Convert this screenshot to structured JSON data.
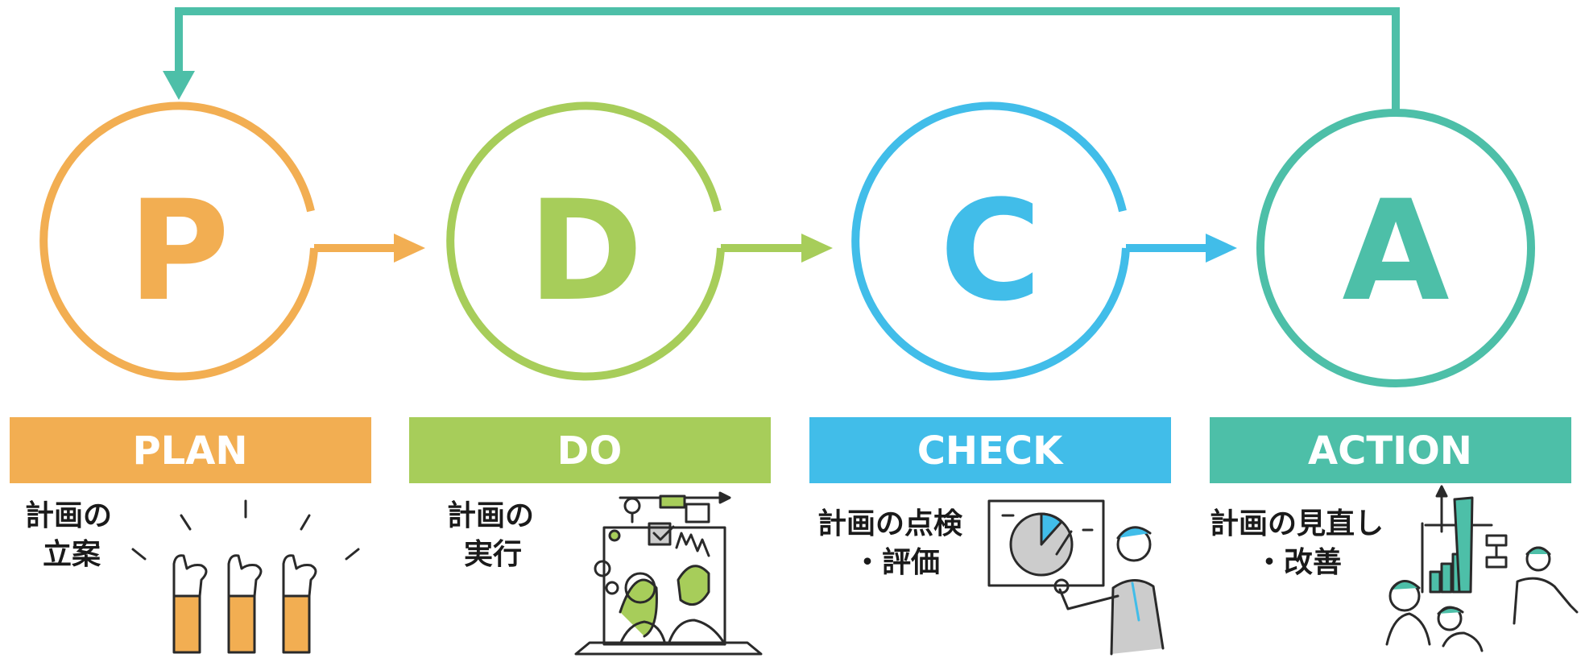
{
  "colors": {
    "plan": "#F2AE52",
    "do": "#A7CD5A",
    "check": "#41BDE9",
    "action": "#4DBFA8",
    "band_text": "#FFFFFF",
    "body_text": "#1A1A1A"
  },
  "stages": [
    {
      "key": "plan",
      "letter": "P",
      "label": "PLAN",
      "desc_lines": [
        "計画の",
        "立案"
      ],
      "illustration": "raised-hands-illustration"
    },
    {
      "key": "do",
      "letter": "D",
      "label": "DO",
      "desc_lines": [
        "計画の",
        "実行"
      ],
      "illustration": "people-working-illustration"
    },
    {
      "key": "check",
      "letter": "C",
      "label": "CHECK",
      "desc_lines": [
        "計画の点検",
        "・評価"
      ],
      "illustration": "presenter-pie-chart-illustration"
    },
    {
      "key": "action",
      "letter": "A",
      "label": "ACTION",
      "desc_lines": [
        "計画の見直し",
        "・改善"
      ],
      "illustration": "team-bar-chart-illustration"
    }
  ],
  "connectors": {
    "flow_arrows": [
      "arrow-right",
      "arrow-right",
      "arrow-right"
    ],
    "feedback_arrow": "arrow-loop-back"
  }
}
